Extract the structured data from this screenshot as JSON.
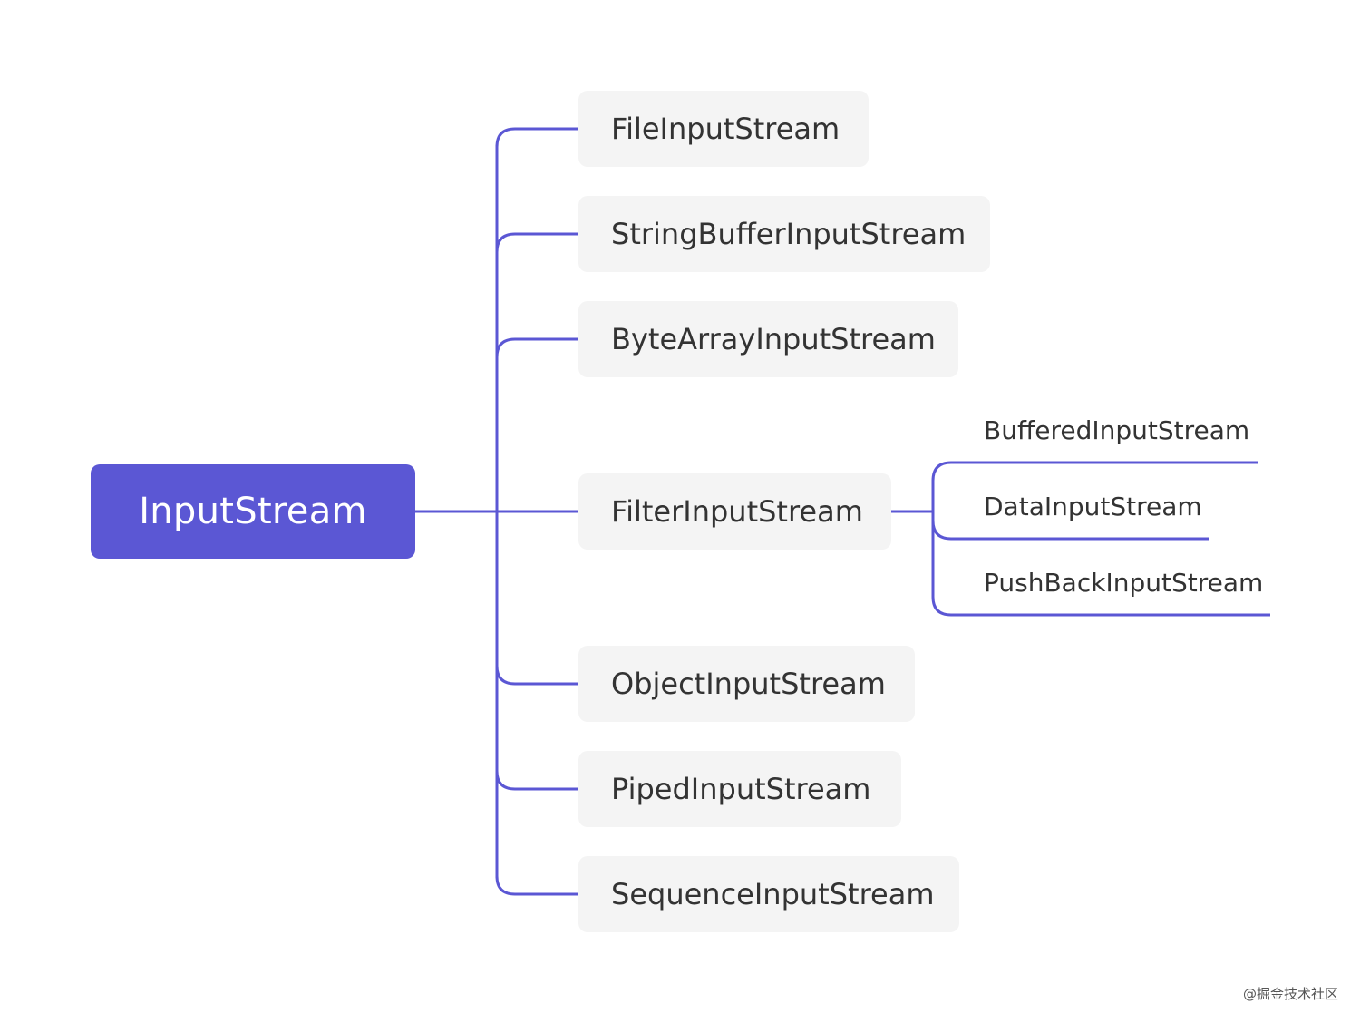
{
  "root": {
    "label": "InputStream"
  },
  "children": [
    {
      "label": "FileInputStream"
    },
    {
      "label": "StringBufferInputStream"
    },
    {
      "label": "ByteArrayInputStream"
    },
    {
      "label": "FilterInputStream"
    },
    {
      "label": "ObjectInputStream"
    },
    {
      "label": "PipedInputStream"
    },
    {
      "label": "SequenceInputStream"
    }
  ],
  "filter_children": [
    {
      "label": "BufferedInputStream"
    },
    {
      "label": "DataInputStream"
    },
    {
      "label": "PushBackInputStream"
    }
  ],
  "watermark": "@掘金技术社区",
  "colors": {
    "accent": "#5b57d4",
    "node_bg": "#f4f4f4",
    "text": "#333333"
  }
}
